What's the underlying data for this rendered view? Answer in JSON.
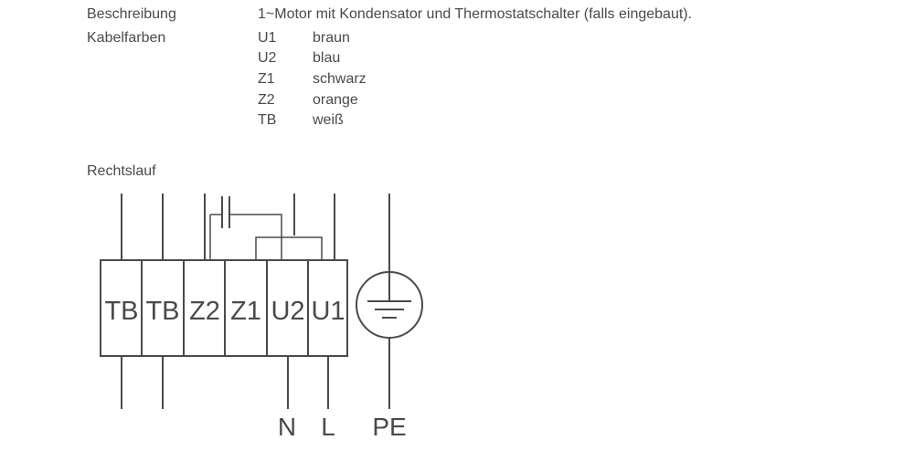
{
  "description": {
    "label": "Beschreibung",
    "value": "1~Motor mit Kondensator und Thermostatschalter (falls eingebaut)."
  },
  "cable_colors": {
    "label": "Kabelfarben",
    "items": [
      {
        "code": "U1",
        "color": "braun"
      },
      {
        "code": "U2",
        "color": "blau"
      },
      {
        "code": "Z1",
        "color": "schwarz"
      },
      {
        "code": "Z2",
        "color": "orange"
      },
      {
        "code": "TB",
        "color": "weiß"
      }
    ]
  },
  "diagram": {
    "title": "Rechtslauf",
    "terminals": [
      "TB",
      "TB",
      "Z2",
      "Z1",
      "U2",
      "U1"
    ],
    "bottom_labels": {
      "n": "N",
      "l": "L",
      "pe": "PE"
    },
    "line_color": "#4a4a4a"
  }
}
